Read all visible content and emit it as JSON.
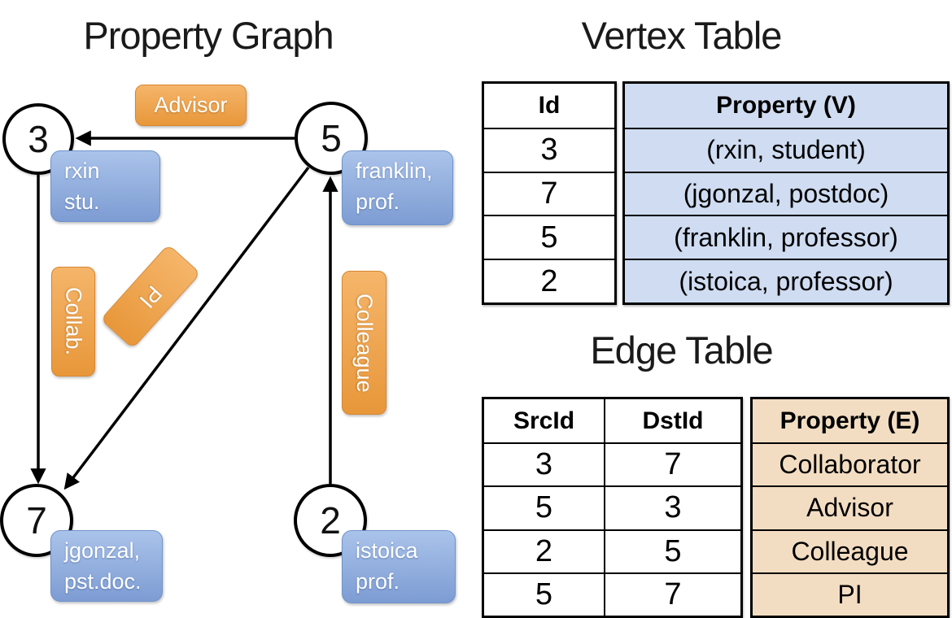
{
  "colors": {
    "orange_top": "#f5b56a",
    "orange_bottom": "#e8973a",
    "orange_border": "#d8862f",
    "blue_top": "#aac3ea",
    "blue_bottom": "#7d9cd3",
    "blue_border": "#6f93cc",
    "vertex_fill": "#cfdcf1",
    "edge_fill": "#f3ddc2"
  },
  "graph": {
    "title": "Property Graph",
    "nodes": [
      {
        "id": "3",
        "property_line1": "rxin",
        "property_line2": "stu."
      },
      {
        "id": "5",
        "property_line1": "franklin,",
        "property_line2": "prof."
      },
      {
        "id": "7",
        "property_line1": "jgonzal,",
        "property_line2": "pst.doc."
      },
      {
        "id": "2",
        "property_line1": "istoica",
        "property_line2": "prof."
      }
    ],
    "edges": [
      {
        "src": "5",
        "dst": "3",
        "label": "Advisor"
      },
      {
        "src": "3",
        "dst": "7",
        "label": "Collab."
      },
      {
        "src": "5",
        "dst": "7",
        "label": "PI"
      },
      {
        "src": "2",
        "dst": "5",
        "label": "Colleague"
      }
    ]
  },
  "vertex_table": {
    "title": "Vertex Table",
    "columns": {
      "id": "Id",
      "property": "Property (V)"
    },
    "rows": [
      {
        "id": "3",
        "property": "(rxin, student)"
      },
      {
        "id": "7",
        "property": "(jgonzal, postdoc)"
      },
      {
        "id": "5",
        "property": "(franklin, professor)"
      },
      {
        "id": "2",
        "property": "(istoica, professor)"
      }
    ]
  },
  "edge_table": {
    "title": "Edge Table",
    "columns": {
      "src": "SrcId",
      "dst": "DstId",
      "property": "Property (E)"
    },
    "rows": [
      {
        "src": "3",
        "dst": "7",
        "property": "Collaborator"
      },
      {
        "src": "5",
        "dst": "3",
        "property": "Advisor"
      },
      {
        "src": "2",
        "dst": "5",
        "property": "Colleague"
      },
      {
        "src": "5",
        "dst": "7",
        "property": "PI"
      }
    ]
  }
}
